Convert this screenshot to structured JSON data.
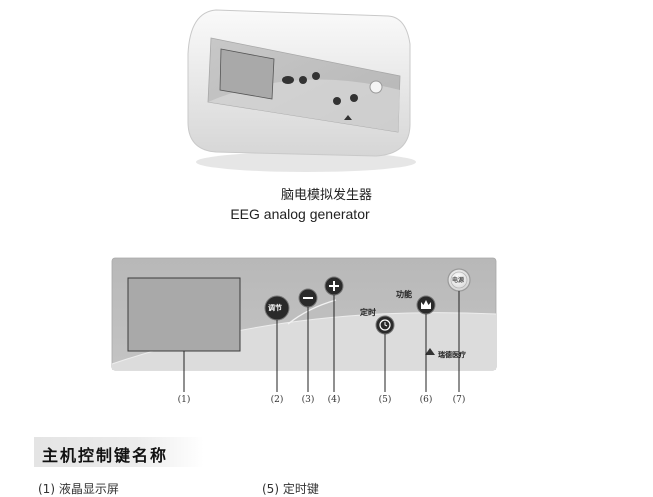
{
  "device": {
    "caption_cn": "脑电模拟发生器",
    "caption_en": "EEG analog generator"
  },
  "panel": {
    "adjust_label": "调节",
    "timer_label": "定时",
    "function_label": "功能",
    "power_label": "电源",
    "brand_text": "瑞德医疗"
  },
  "callouts": [
    "(1)",
    "(2)",
    "(3)",
    "(4)",
    "(5)",
    "(6)",
    "(7)"
  ],
  "section": {
    "heading": "主机控制键名称"
  },
  "cutoff": {
    "left": "(1) 液晶显示屏",
    "right": "(5) 定时键"
  }
}
